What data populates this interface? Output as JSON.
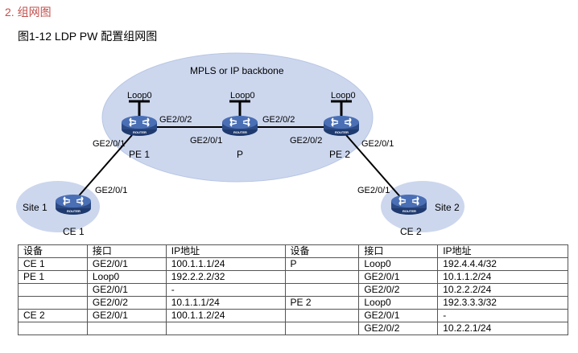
{
  "section_title": "2. 组网图",
  "figure_title": "图1-12 LDP PW 配置组网图",
  "diagram": {
    "backbone_label": "MPLS or IP backbone",
    "router_badge": "ROUTER",
    "site1": "Site 1",
    "site2": "Site 2",
    "devices": {
      "pe1": {
        "name": "PE 1",
        "loop": "Loop0",
        "left_if": "GE2/0/1",
        "right_if": "GE2/0/2"
      },
      "p": {
        "name": "P",
        "loop": "Loop0",
        "left_if": "GE2/0/1",
        "right_if": "GE2/0/2"
      },
      "pe2": {
        "name": "PE 2",
        "loop": "Loop0",
        "left_if": "GE2/0/2",
        "right_if": "GE2/0/1"
      },
      "ce1": {
        "name": "CE 1",
        "if": "GE2/0/1"
      },
      "ce2": {
        "name": "CE 2",
        "if": "GE2/0/1"
      }
    },
    "colors": {
      "backbone_fill": "#ccd7ee",
      "site_fill": "#ccd7ee",
      "router_fill": "#3b5fa0",
      "link": "#000000",
      "section_title": "#c0504d"
    }
  },
  "table": {
    "headers": [
      "设备",
      "接口",
      "IP地址",
      "设备",
      "接口",
      "IP地址"
    ],
    "rows": [
      [
        "CE 1",
        "GE2/0/1",
        "100.1.1.1/24",
        "P",
        "Loop0",
        "192.4.4.4/32"
      ],
      [
        "PE 1",
        "Loop0",
        "192.2.2.2/32",
        "",
        "GE2/0/1",
        "10.1.1.2/24"
      ],
      [
        "",
        "GE2/0/1",
        "-",
        "",
        "GE2/0/2",
        "10.2.2.2/24"
      ],
      [
        "",
        "GE2/0/2",
        "10.1.1.1/24",
        "PE 2",
        "Loop0",
        "192.3.3.3/32"
      ],
      [
        "CE 2",
        "GE2/0/1",
        "100.1.1.2/24",
        "",
        "GE2/0/1",
        "-"
      ],
      [
        "",
        "",
        "",
        "",
        "GE2/0/2",
        "10.2.2.1/24"
      ]
    ]
  }
}
